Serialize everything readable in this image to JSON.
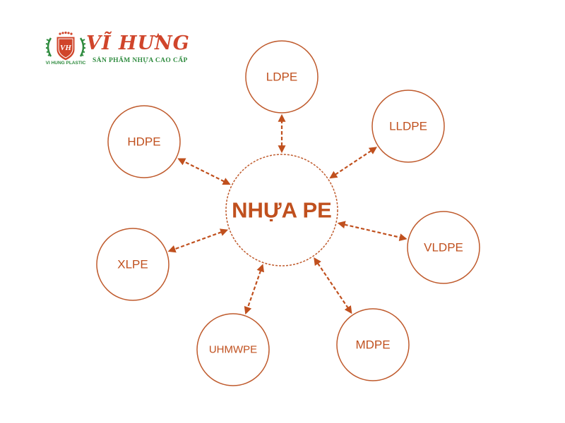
{
  "brand": {
    "name": "VĨ HƯNG",
    "tagline": "SẢN PHẨM NHỰA CAO CẤP",
    "caption": "VI HUNG PLASTIC",
    "emblem_initials": "VH"
  },
  "colors": {
    "accent": "#bf5a2c",
    "brand_red": "#d0452b",
    "brand_green": "#2e8b3e",
    "text": "#c0501e"
  },
  "diagram": {
    "center": {
      "label": "NHỰA PE"
    },
    "nodes": [
      {
        "label": "LDPE"
      },
      {
        "label": "LLDPE"
      },
      {
        "label": "VLDPE"
      },
      {
        "label": "MDPE"
      },
      {
        "label": "UHMWPE"
      },
      {
        "label": "XLPE"
      },
      {
        "label": "HDPE"
      }
    ]
  }
}
